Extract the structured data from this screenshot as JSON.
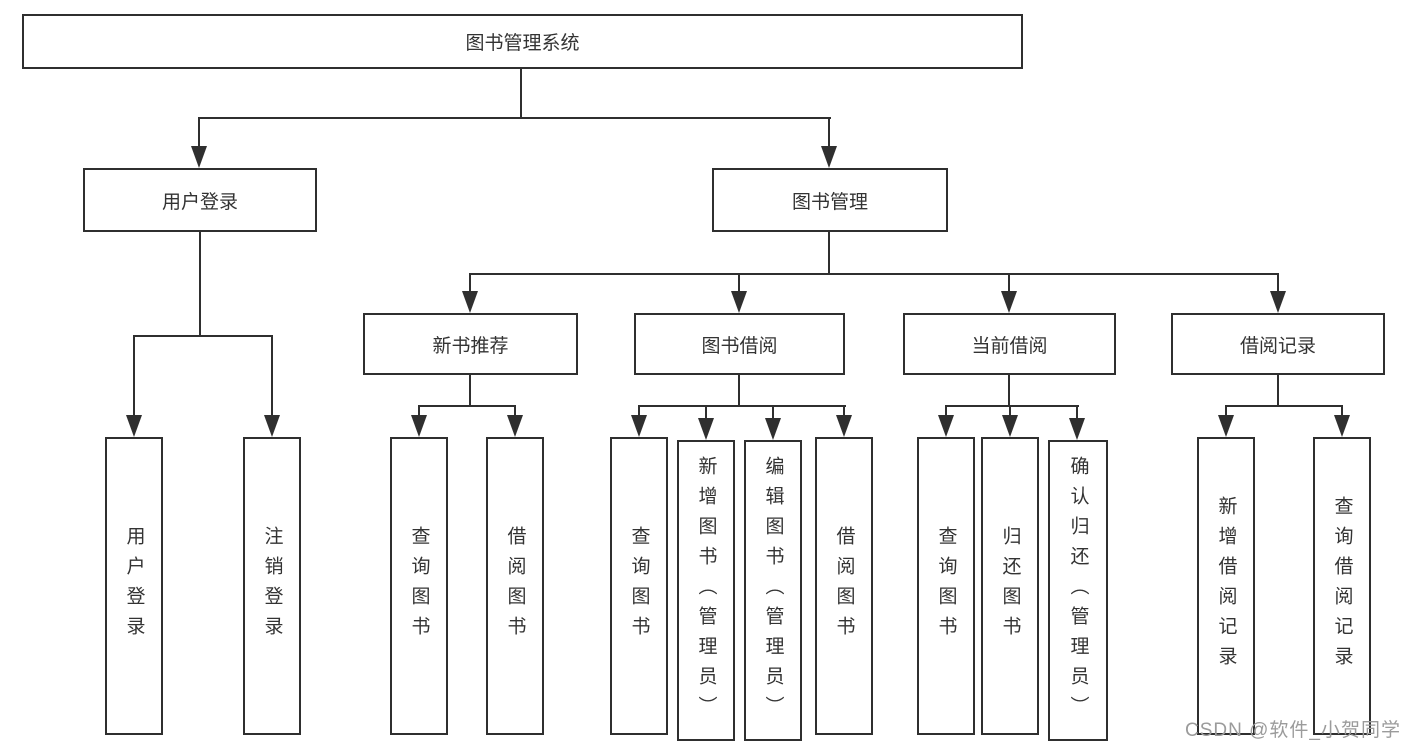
{
  "meta": {
    "background_color": "#ffffff",
    "line_color": "#2f2f2f",
    "text_color": "#333333",
    "watermark_color": "#9b9b9b"
  },
  "root": {
    "label": "图书管理系统"
  },
  "level2": [
    {
      "label": "用户登录",
      "children": [
        {
          "label": "用户登录"
        },
        {
          "label": "注销登录"
        }
      ]
    },
    {
      "label": "图书管理",
      "children": [
        {
          "label": "新书推荐",
          "children": [
            {
              "label": "查询图书"
            },
            {
              "label": "借阅图书"
            }
          ]
        },
        {
          "label": "图书借阅",
          "children": [
            {
              "label": "查询图书"
            },
            {
              "label": "新增图书（管理员）"
            },
            {
              "label": "编辑图书（管理员）"
            },
            {
              "label": "借阅图书"
            }
          ]
        },
        {
          "label": "当前借阅",
          "children": [
            {
              "label": "查询图书"
            },
            {
              "label": "归还图书"
            },
            {
              "label": "确认归还（管理员）"
            }
          ]
        },
        {
          "label": "借阅记录",
          "children": [
            {
              "label": "新增借阅记录"
            },
            {
              "label": "查询借阅记录"
            }
          ]
        }
      ]
    }
  ],
  "watermark": "CSDN @软件_小贺同学"
}
